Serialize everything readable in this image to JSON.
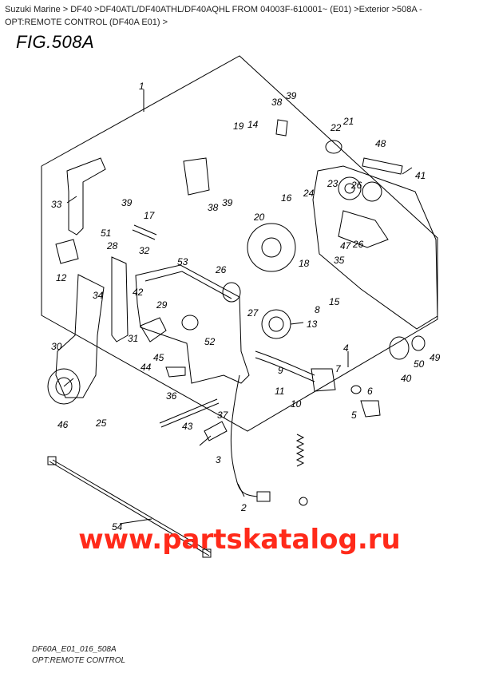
{
  "breadcrumb": "Suzuki Marine > DF40 >DF40ATL/DF40ATHL/DF40AQHL FROM 04003F-610001~ (E01) >Exterior >508A - OPT:REMOTE CONTROL (DF40A E01) >",
  "figure_title": "FIG.508A",
  "footer_code": "DF60A_E01_016_508A",
  "footer_caption": "OPT:REMOTE CONTROL",
  "watermark": "www.partskatalog.ru",
  "accent_color": "#ff2a1a",
  "callouts": [
    "1",
    "2",
    "3",
    "4",
    "5",
    "6",
    "7",
    "8",
    "9",
    "10",
    "11",
    "12",
    "13",
    "14",
    "15",
    "16",
    "17",
    "18",
    "19",
    "20",
    "21",
    "22",
    "23",
    "24",
    "25",
    "26",
    "26",
    "26",
    "27",
    "28",
    "29",
    "30",
    "31",
    "32",
    "33",
    "34",
    "35",
    "36",
    "37",
    "38",
    "38",
    "39",
    "39",
    "39",
    "40",
    "41",
    "42",
    "43",
    "44",
    "45",
    "46",
    "47",
    "48",
    "49",
    "50",
    "51",
    "52",
    "53",
    "54"
  ]
}
